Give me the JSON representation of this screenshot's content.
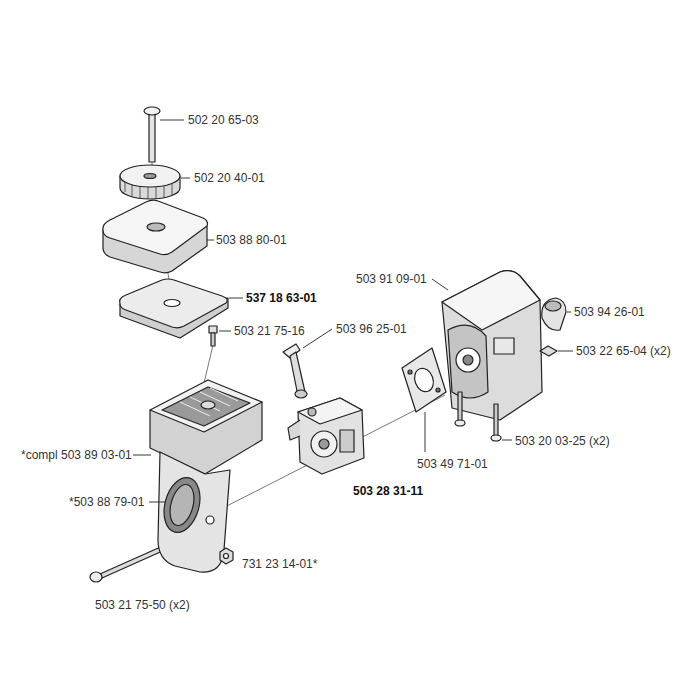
{
  "diagram": {
    "labels": [
      "502 20 65-03",
      "502 20 40-01",
      "503 88 80-01",
      "537 18 63-01",
      "503 21 75-16",
      "503 91 09-01",
      "503 94 26-01",
      "503 96 25-01",
      "503 22 65-04 (x2)",
      "*compl 503 89 03-01",
      "503 49 71-01",
      "503 20 03-25 (x2)",
      "*503 88 79-01",
      "503 28 31-11",
      "731 23 14-01*",
      "503 21 75-50 (x2)"
    ]
  }
}
